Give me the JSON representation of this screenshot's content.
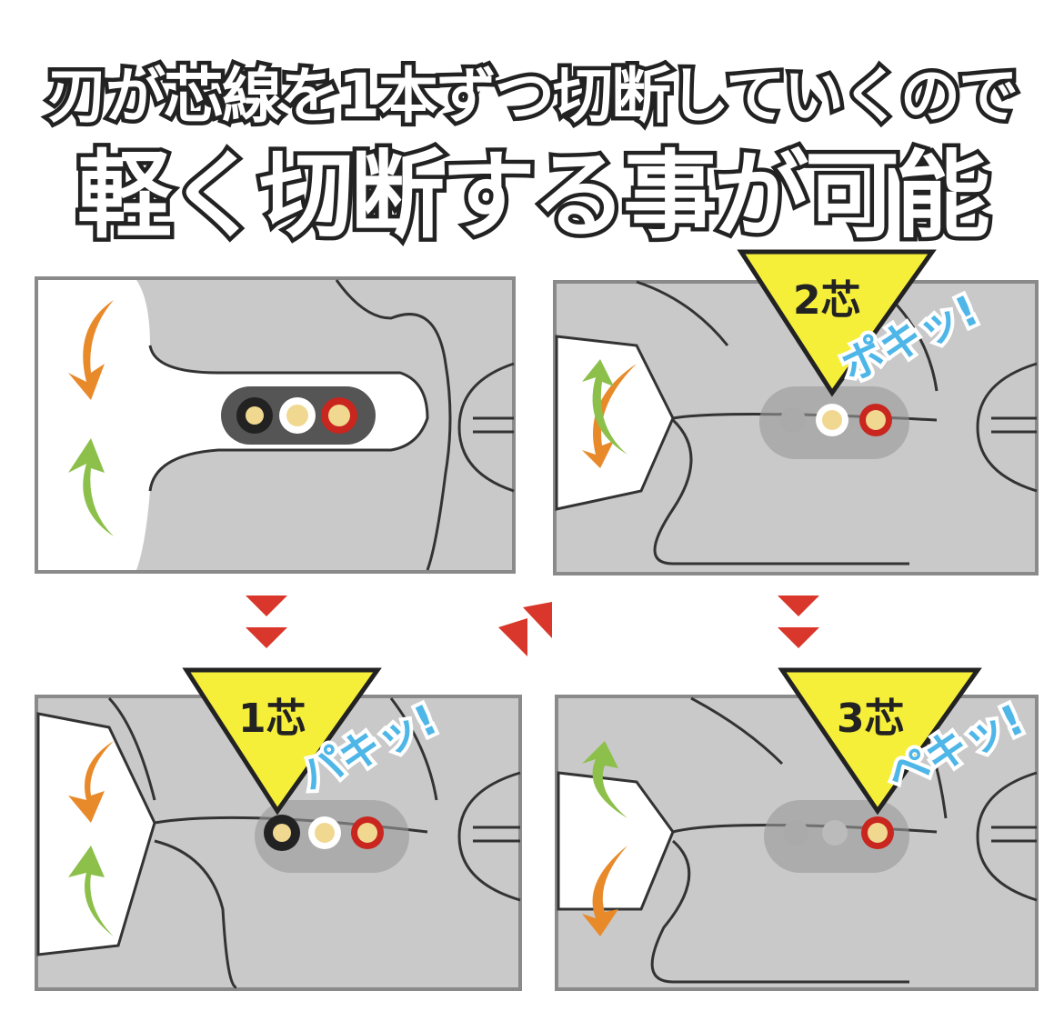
{
  "headline": {
    "line1": "刃が芯線を1本ずつ切断していくので",
    "line2": "軽く切断する事が可能"
  },
  "panels": [
    {
      "step": "start",
      "core_label": "",
      "sound": ""
    },
    {
      "step": "1",
      "core_label": "1芯",
      "sound": "パキッ!"
    },
    {
      "step": "2",
      "core_label": "2芯",
      "sound": "ポキッ!"
    },
    {
      "step": "3",
      "core_label": "3芯",
      "sound": "ペキッ!"
    }
  ],
  "colors": {
    "panel_bg": "#c9c9c9",
    "panel_border": "#8a8a8a",
    "callout_yellow": "#f6ef3a",
    "sound_blue": "#4fb6e8",
    "flow_arrow_red": "#d9372b",
    "arrow_orange": "#e88a2a",
    "arrow_green": "#8cc04a"
  }
}
